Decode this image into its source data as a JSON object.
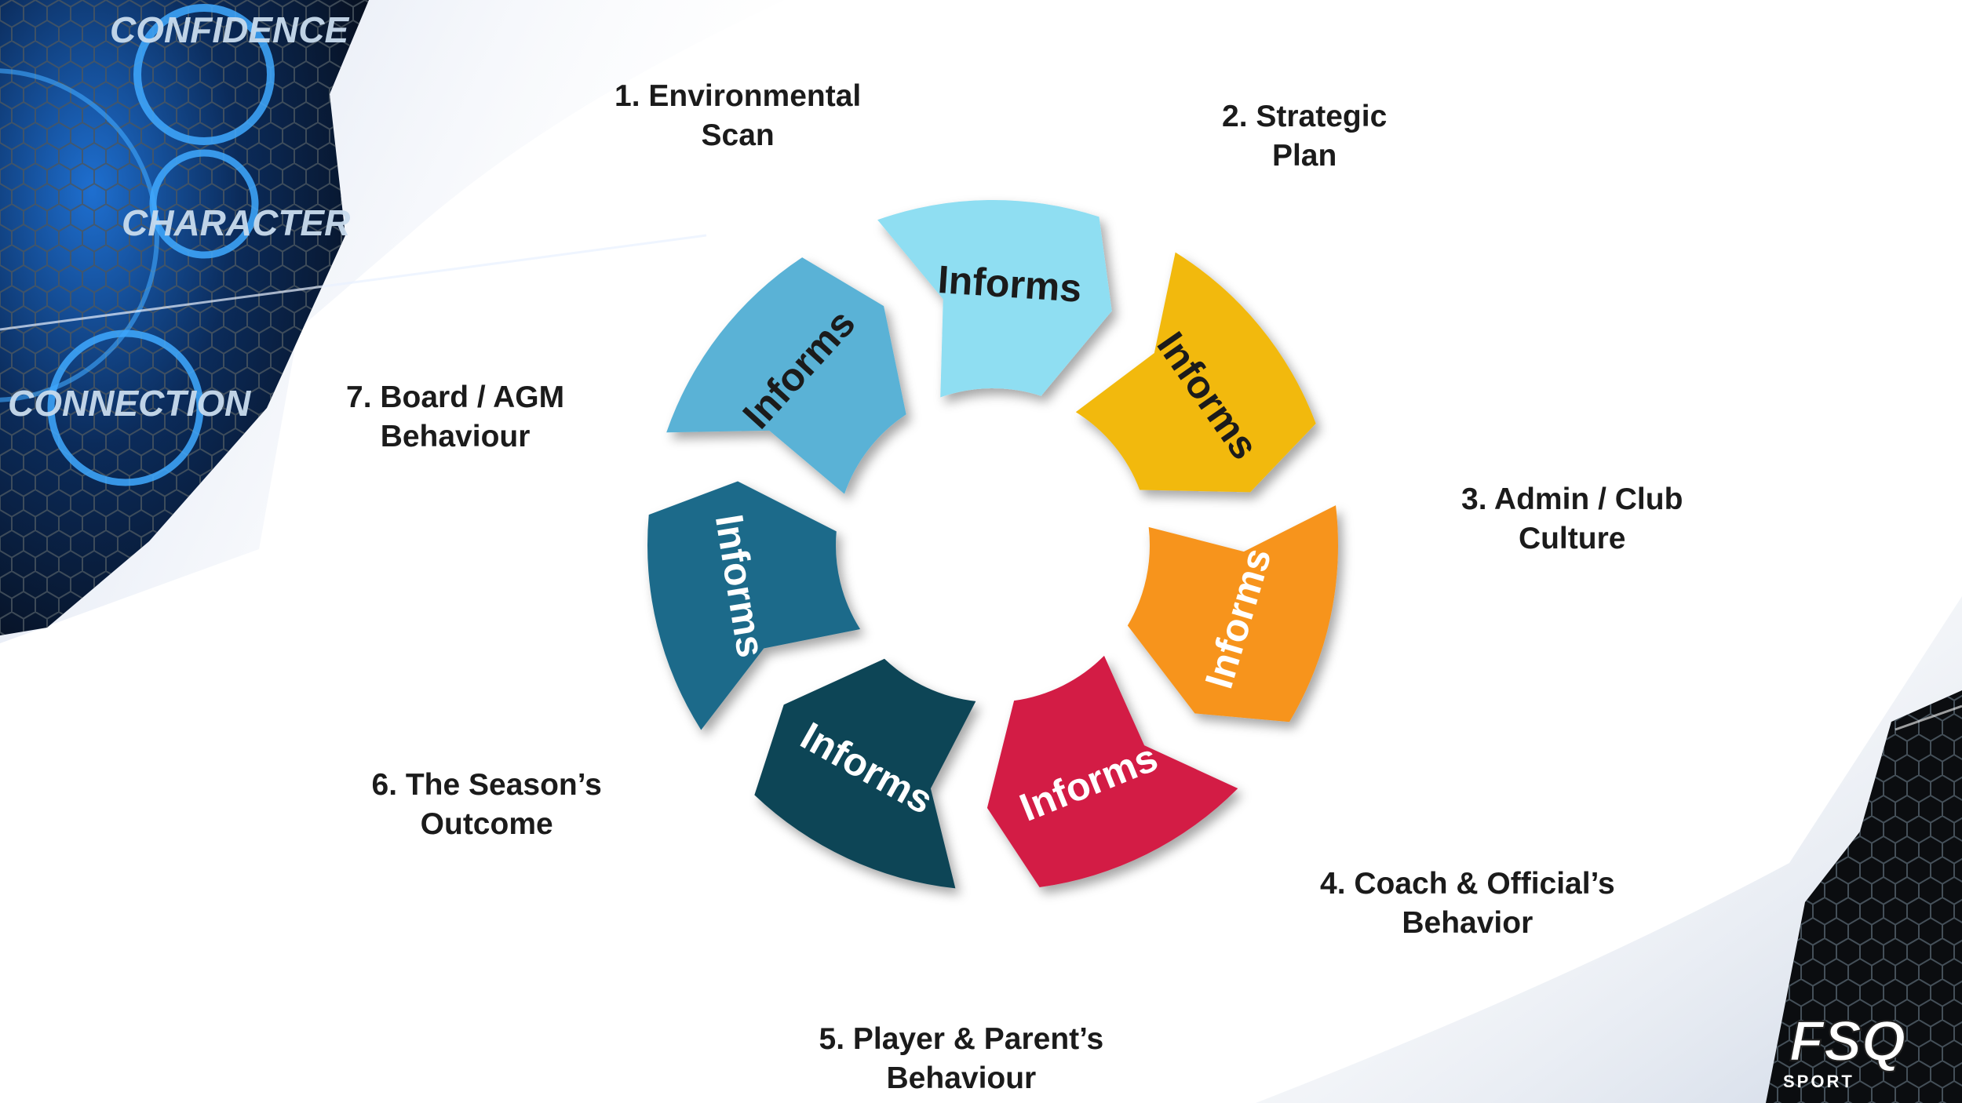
{
  "background": {
    "corner_words": [
      "CONFIDENCE",
      "CHARACTER",
      "CONNECTION"
    ]
  },
  "cycle": {
    "arrow_label": "Informs",
    "steps": [
      {
        "lines": [
          "1.  Environmental",
          "Scan"
        ],
        "color": "#8fdef2",
        "label_color": "#1b1b1b"
      },
      {
        "lines": [
          "2. Strategic",
          "Plan"
        ],
        "color": "#f2b90d",
        "label_color": "#1b1b1b"
      },
      {
        "lines": [
          "3. Admin / Club",
          "Culture"
        ],
        "color": "#f7941e",
        "label_color": "#ffffff"
      },
      {
        "lines": [
          "4. Coach & Official’s",
          "Behavior"
        ],
        "color": "#d31b44",
        "label_color": "#ffffff"
      },
      {
        "lines": [
          "5. Player & Parent’s",
          "Behaviour"
        ],
        "color": "#114457",
        "label_color": "#ffffff"
      },
      {
        "lines": [
          "6. The Season’s",
          "Outcome"
        ],
        "color": "#1e6b8a",
        "label_color": "#ffffff"
      },
      {
        "lines": [
          "7. Board / AGM",
          "Behaviour"
        ],
        "color": "#5ab2d6",
        "label_color": "#1b1b1b"
      }
    ]
  },
  "logo": {
    "mark": "FSQ",
    "tagline": "SPORT"
  }
}
